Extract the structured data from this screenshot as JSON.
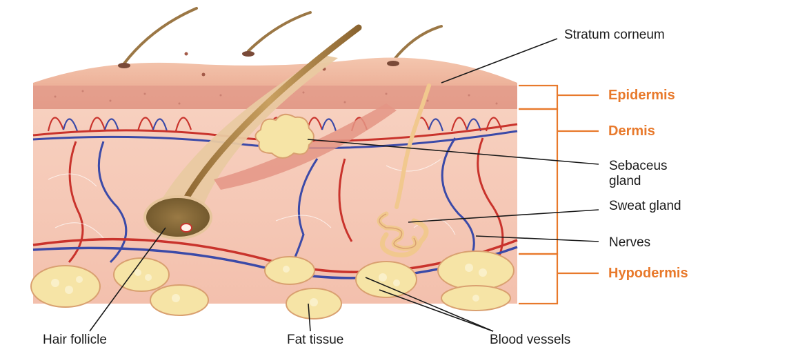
{
  "labels": {
    "stratum_corneum": "Stratum corneum",
    "sebaceus_gland": "Sebaceus gland",
    "sweat_gland": "Sweat gland",
    "nerves": "Nerves",
    "hair_follicle": "Hair follicle",
    "fat_tissue": "Fat tissue",
    "blood_vessels": "Blood vessels"
  },
  "layers": {
    "epidermis": "Epidermis",
    "dermis": "Dermis",
    "hypodermis": "Hypodermis"
  },
  "colors": {
    "layer_label": "#e8792b",
    "bracket": "#e8792b",
    "skin_surface": "#efb49c",
    "dermis": "#f5c8b5",
    "artery": "#c9332c",
    "vein": "#3b4aa8",
    "fat": "#f6e4a6",
    "hair": "#b48a4a"
  }
}
